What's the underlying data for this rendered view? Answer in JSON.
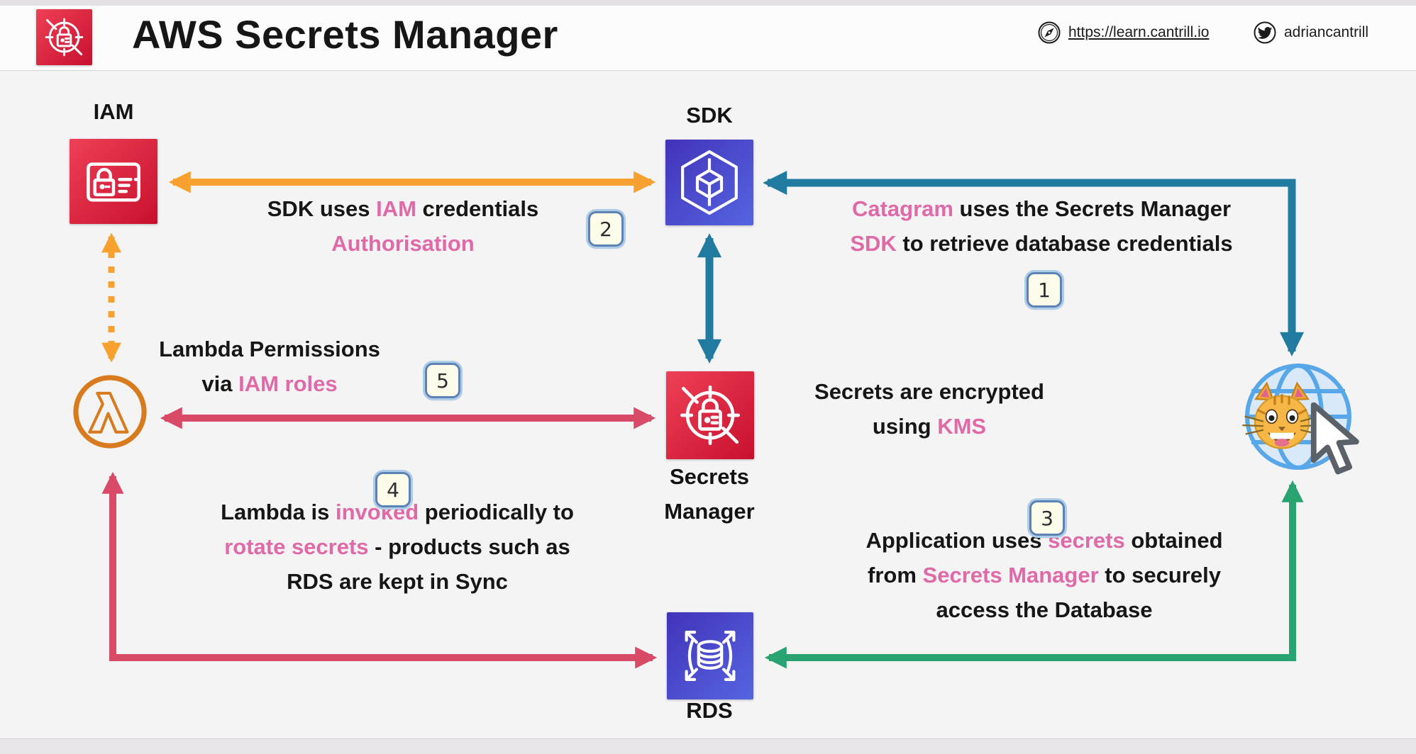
{
  "header": {
    "title": "AWS Secrets Manager",
    "site_url": "https://learn.cantrill.io",
    "twitter_handle": "adriancantrill"
  },
  "nodes": {
    "iam": {
      "label": "IAM"
    },
    "sdk": {
      "label": "SDK"
    },
    "secrets_manager": {
      "label_line1": "Secrets",
      "label_line2": "Manager"
    },
    "rds": {
      "label": "RDS"
    }
  },
  "badges": {
    "b1": "1",
    "b2": "2",
    "b3": "3",
    "b4": "4",
    "b5": "5"
  },
  "texts": {
    "catagram_sdk_l1": [
      {
        "t": "Catagram",
        "p": 1
      },
      {
        "t": " uses the Secrets Manager",
        "p": 0
      }
    ],
    "catagram_sdk_l2": [
      {
        "t": "SDK",
        "p": 1
      },
      {
        "t": " to retrieve database credentials",
        "p": 0
      }
    ],
    "sdk_iam_l1": [
      {
        "t": "SDK uses ",
        "p": 0
      },
      {
        "t": "IAM",
        "p": 1
      },
      {
        "t": " credentials",
        "p": 0
      }
    ],
    "sdk_iam_l2": [
      {
        "t": "Authorisation",
        "p": 1
      }
    ],
    "kms_l1": [
      {
        "t": "Secrets are encrypted",
        "p": 0
      }
    ],
    "kms_l2": [
      {
        "t": "using ",
        "p": 0
      },
      {
        "t": "KMS",
        "p": 1
      }
    ],
    "lambda_perm_l1": [
      {
        "t": "Lambda Permissions",
        "p": 0
      }
    ],
    "lambda_perm_l2": [
      {
        "t": "via ",
        "p": 0
      },
      {
        "t": "IAM roles",
        "p": 1
      }
    ],
    "rotate_l1": [
      {
        "t": "Lambda is ",
        "p": 0
      },
      {
        "t": "invoked",
        "p": 1
      },
      {
        "t": " periodically to",
        "p": 0
      }
    ],
    "rotate_l2": [
      {
        "t": "rotate secrets",
        "p": 1
      },
      {
        "t": " - products such as",
        "p": 0
      }
    ],
    "rotate_l3": [
      {
        "t": "RDS are kept in Sync",
        "p": 0
      }
    ],
    "app_db_l1": [
      {
        "t": "Application uses ",
        "p": 0
      },
      {
        "t": "secrets",
        "p": 1
      },
      {
        "t": " obtained",
        "p": 0
      }
    ],
    "app_db_l2": [
      {
        "t": "from ",
        "p": 0
      },
      {
        "t": "Secrets Manager",
        "p": 1
      },
      {
        "t": " to securely",
        "p": 0
      }
    ],
    "app_db_l3": [
      {
        "t": "access the Database",
        "p": 0
      }
    ]
  },
  "colors": {
    "highlight_pink": "#e069a8",
    "arrow_orange": "#f9a12f",
    "arrow_teal": "#217a9f",
    "arrow_crimson": "#d94a68",
    "arrow_green": "#28a371",
    "aws_red": "#c8102e",
    "aws_blue": "#4a48d0",
    "lambda_orange": "#d87a1e"
  }
}
